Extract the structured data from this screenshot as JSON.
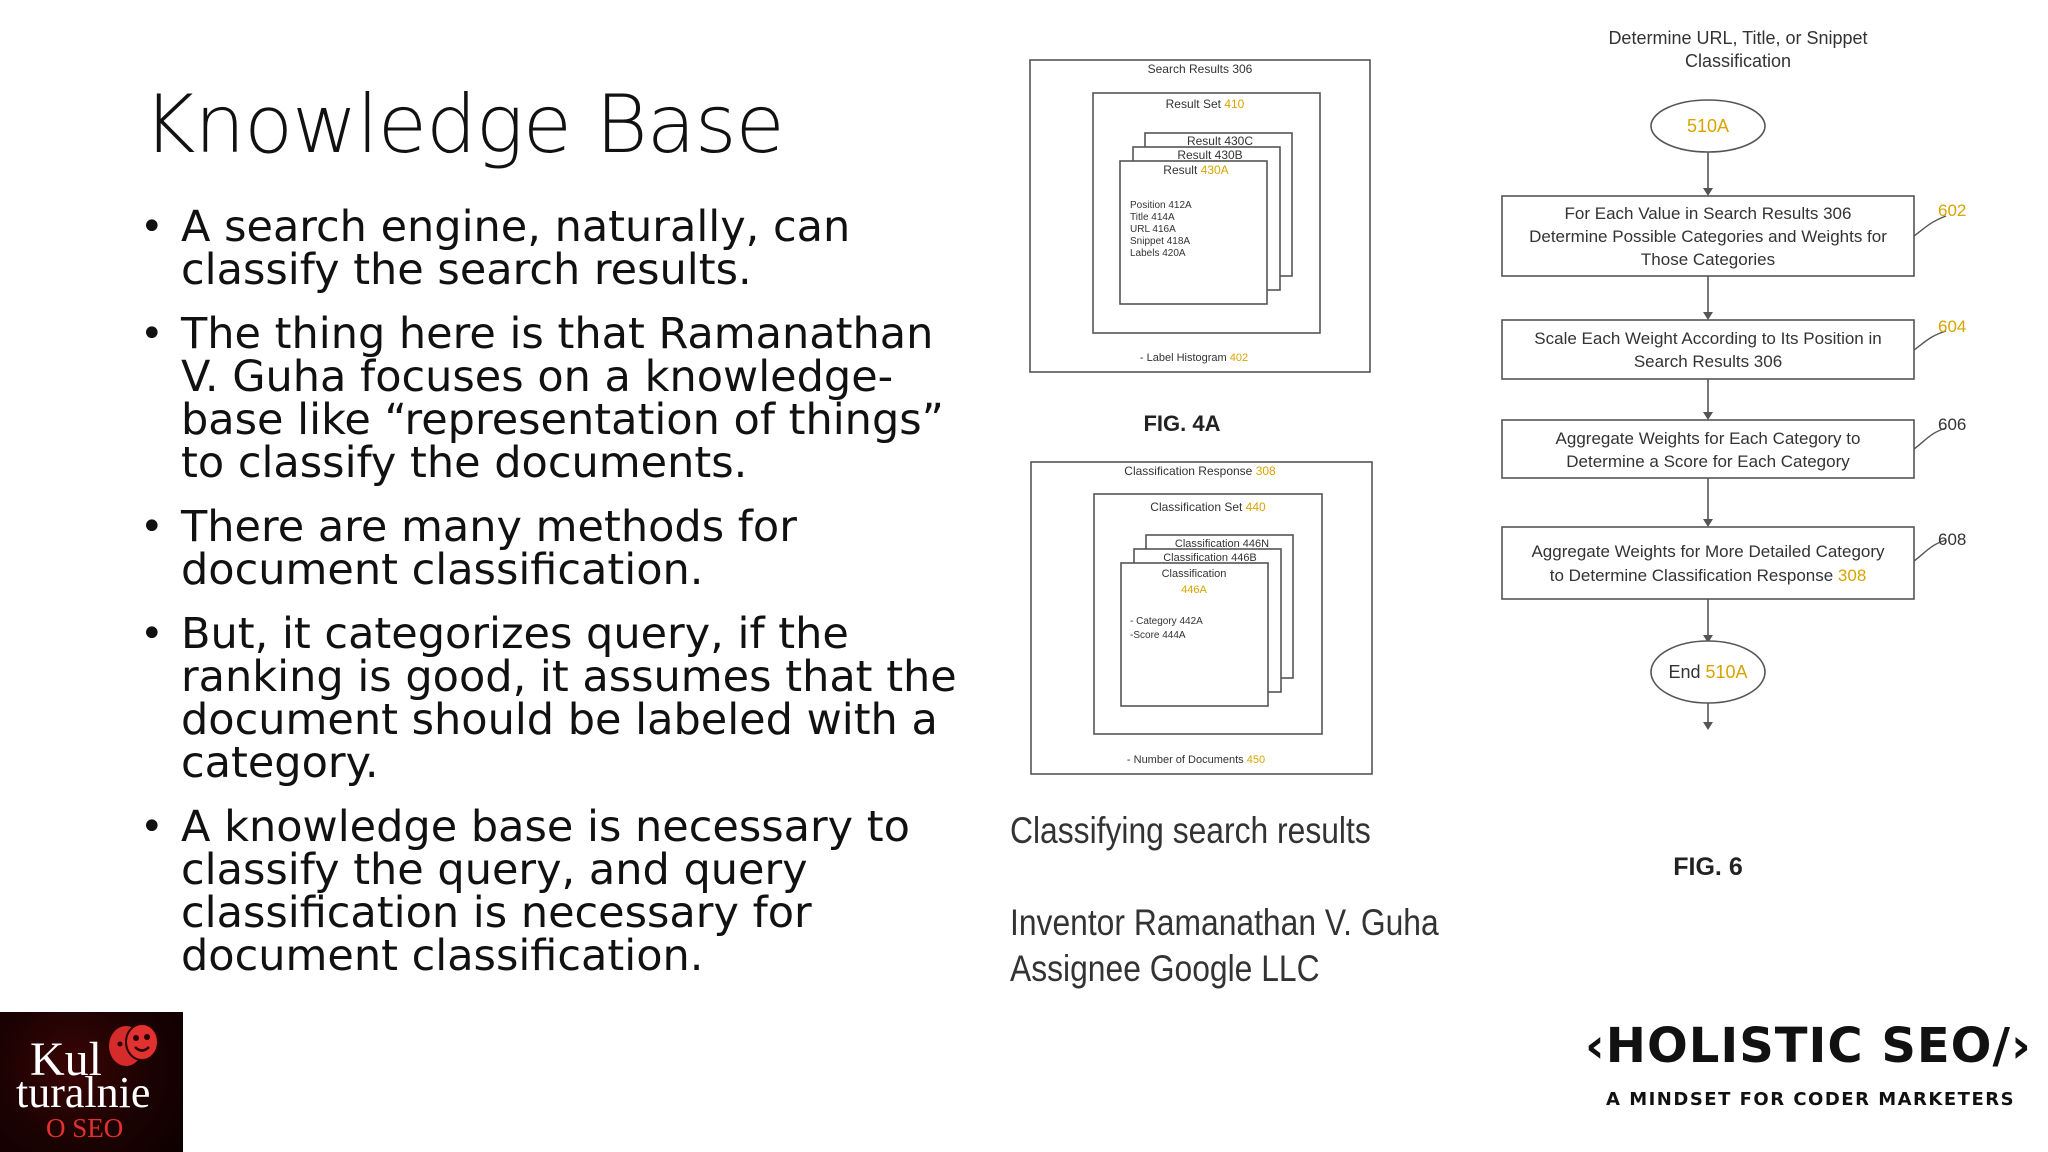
{
  "slide": {
    "title": "Knowledge Base",
    "bullets": [
      "A search engine, naturally, can classify the search results.",
      "The thing here is that Ramanathan V. Guha focuses on a knowledge-base like “representation of things” to classify the documents.",
      "There are many methods for document classification.",
      "But, it categorizes query, if the ranking is good, it assumes that the document should be labeled with a category.",
      "A knowledge base is necessary to classify the query, and query classification is necessary for document classification."
    ]
  },
  "caption": {
    "heading": "Classifying search results",
    "inventor": "Inventor Ramanathan V. Guha",
    "assignee": "Assignee Google LLC"
  },
  "fig4a": {
    "label": "FIG. 4A",
    "outer_title": "Search Results ",
    "outer_title_num": "306",
    "set_title": "Result Set ",
    "set_num": "410",
    "card_c": "Result 430C",
    "card_b": "Result 430B",
    "card_a": "Result ",
    "card_a_num": "430A",
    "fields": [
      "Position 412A",
      "Title 414A",
      "URL 416A",
      "Snippet 418A",
      "Labels 420A"
    ],
    "footer": "Label Histogram ",
    "footer_num": "402"
  },
  "fig4b": {
    "outer_title": "Classification Response ",
    "outer_title_num": "308",
    "set_title": "Classification Set ",
    "set_num": "440",
    "card_n": "Classification 446N",
    "card_b": "Classification 446B",
    "card_a": "Classification",
    "card_a_num": "446A",
    "fields": [
      "Category 442A",
      "Score 444A"
    ],
    "footer": "Number of Documents ",
    "footer_num": "450"
  },
  "fig6": {
    "label": "FIG. 6",
    "header": [
      "Determine URL, Title, or Snippet",
      "Classification"
    ],
    "start": "510A",
    "steps": [
      {
        "lines": [
          "For Each Value in Search Results 306",
          "Determine Possible Categories and Weights for",
          "Those Categories"
        ],
        "ref": "602"
      },
      {
        "lines": [
          "Scale Each Weight According to Its Position in",
          "Search Results 306"
        ],
        "ref": "604"
      },
      {
        "lines": [
          "Aggregate Weights for Each Category to",
          "Determine a Score for Each Category"
        ],
        "ref": "606"
      },
      {
        "lines": [
          "Aggregate Weights for More Detailed Category",
          "to Determine Classification Response "
        ],
        "ref": "608",
        "highlight": "308"
      }
    ],
    "end_label": "End ",
    "end_num": "510A"
  },
  "logos": {
    "dark_logo": {
      "line1": "Kul",
      "line2": "turalnie",
      "line3": "O SEO"
    },
    "brand": "‹HOLISTIC SEO/›",
    "tagline": "A MINDSET FOR CODER MARKETERS"
  },
  "colors": {
    "highlight": "#d9a400",
    "logo_red": "#e23131",
    "logo_bg": "#1b0202"
  }
}
